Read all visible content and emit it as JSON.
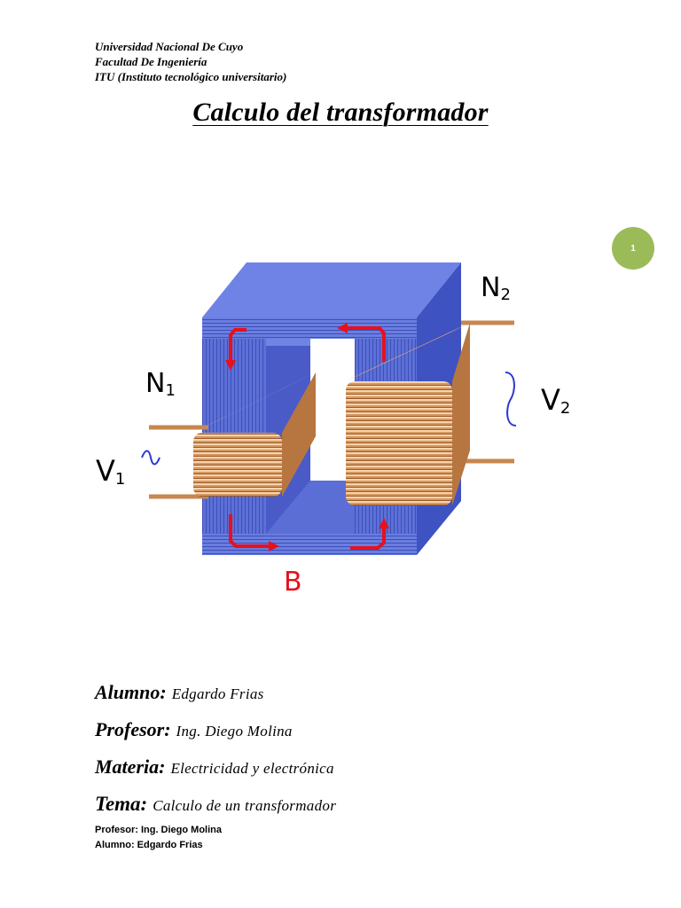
{
  "header": {
    "line1": "Universidad Nacional De Cuyo",
    "line2": "Facultad De Ingeniería",
    "line3": "ITU (Instituto tecnológico universitario)"
  },
  "title": "Calculo del transformador",
  "page_number": "1",
  "figure": {
    "n1": "N",
    "n1_sub": "1",
    "n2": "N",
    "n2_sub": "2",
    "v1": "V",
    "v1_sub": "1",
    "v2": "V",
    "v2_sub": "2",
    "b": "B",
    "colors": {
      "core": "#5b6fd6",
      "winding": "#d9a06a",
      "flux_arrow": "#e8101c",
      "sine": "#2a3bd1"
    }
  },
  "info": {
    "alumno_key": "Alumno:",
    "alumno_val": "Edgardo Frias",
    "profesor_key": "Profesor:",
    "profesor_val": "Ing. Diego Molina",
    "materia_key": "Materia:",
    "materia_val": "Electricidad y electrónica",
    "tema_key": "Tema:",
    "tema_val": "Calculo de un transformador"
  },
  "footer": {
    "profesor": "Profesor: Ing. Diego Molina",
    "alumno": "Alumno: Edgardo Frias"
  }
}
